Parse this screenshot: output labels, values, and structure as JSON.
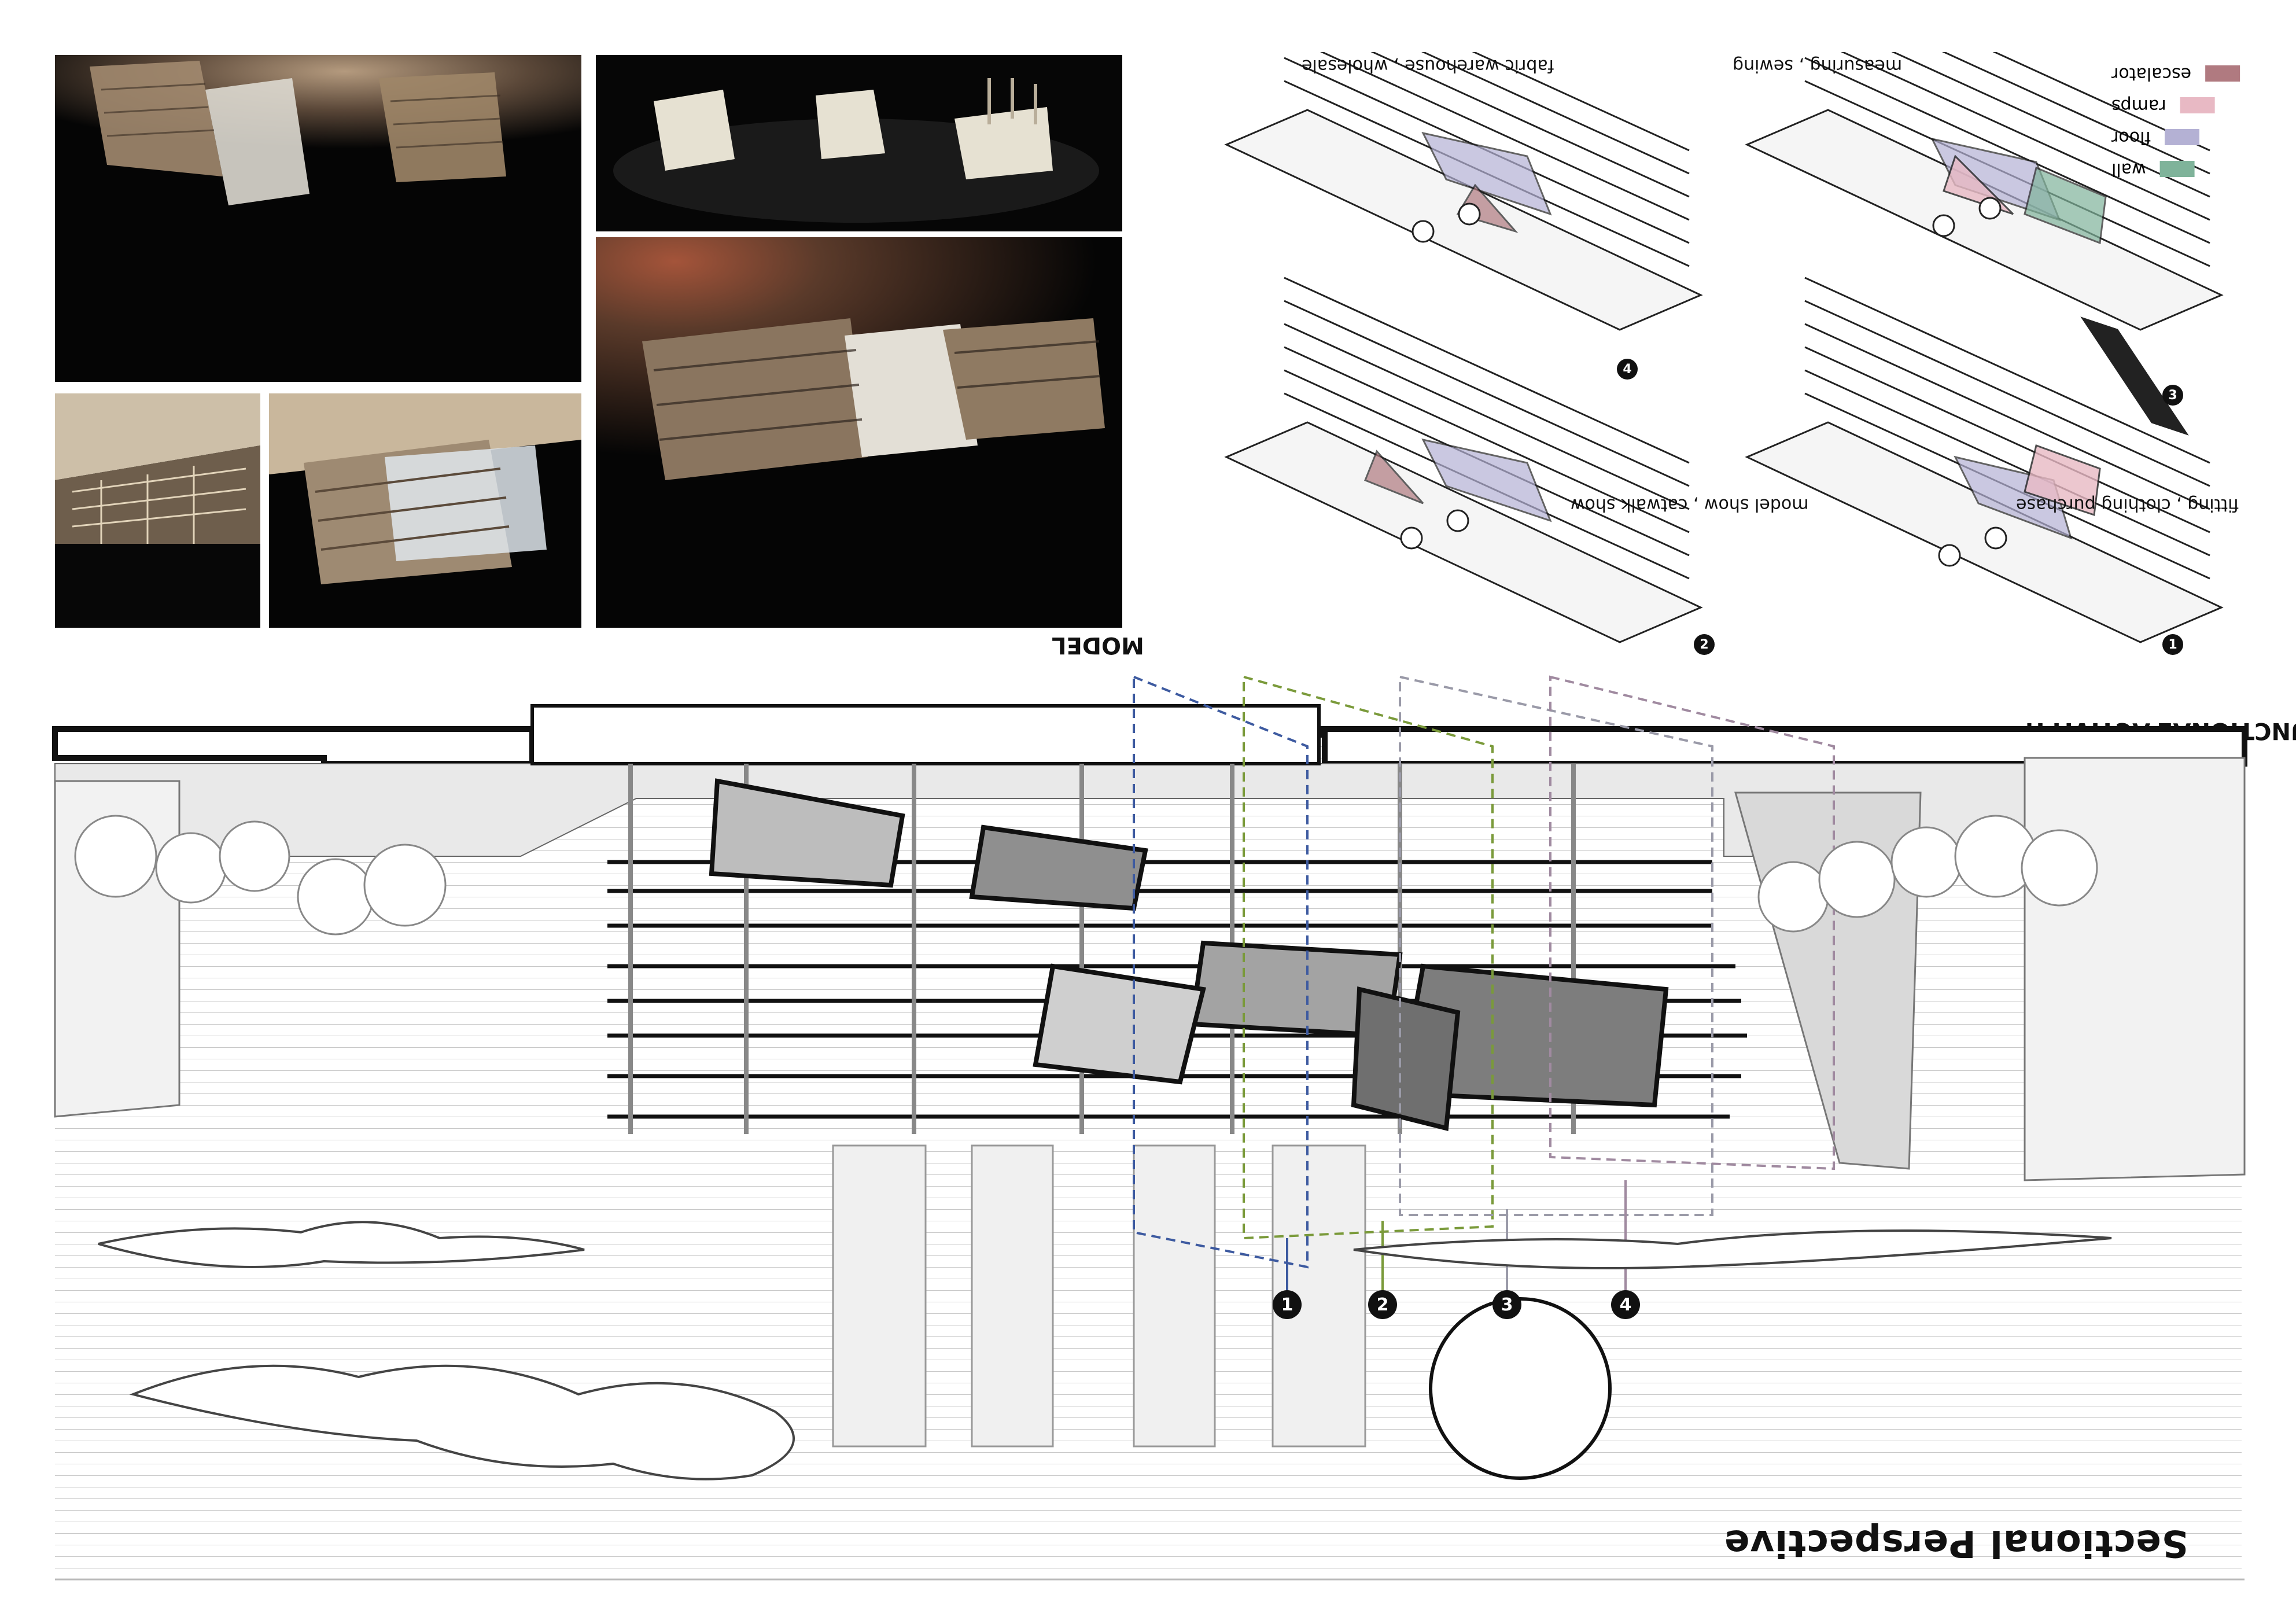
{
  "labels": {
    "model": "MODEL",
    "functional_activity": "FUNCTIONAL ACTIVITY:",
    "sectional_perspective": "Sectional Perspective"
  },
  "legend": [
    {
      "label": "escalator",
      "color": "#b07a80"
    },
    {
      "label": "ramps",
      "color": "#e8b9c4"
    },
    {
      "label": "floor",
      "color": "#b4b1d4"
    },
    {
      "label": "wall",
      "color": "#7fb39a"
    }
  ],
  "activities": [
    {
      "num": "1",
      "label": "fitting , clothing purchase"
    },
    {
      "num": "2",
      "label": "model show , catwalk show"
    },
    {
      "num": "3",
      "label": "measuring , sewing"
    },
    {
      "num": "4",
      "label": "fabric warehouse , wholesale"
    }
  ],
  "section_markers": [
    {
      "num": "1",
      "color": "#3d5aa0"
    },
    {
      "num": "2",
      "color": "#7a9a3a"
    },
    {
      "num": "3",
      "color": "#9a9aa8"
    },
    {
      "num": "4",
      "color": "#a08aa0"
    }
  ]
}
